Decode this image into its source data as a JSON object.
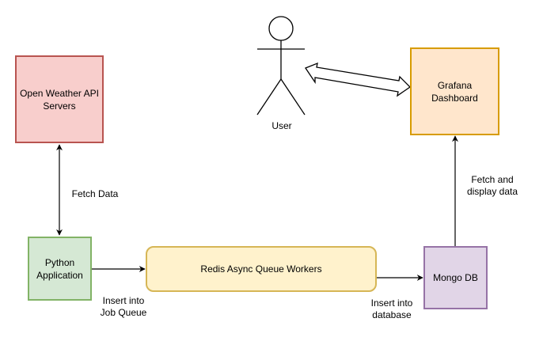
{
  "nodes": {
    "weather": {
      "line1": "Open Weather API",
      "line2": "Servers"
    },
    "grafana": {
      "line1": "Grafana",
      "line2": "Dashboard"
    },
    "python": {
      "line1": "Python",
      "line2": "Application"
    },
    "redis": {
      "label": "Redis Async Queue Workers"
    },
    "mongo": {
      "label": "Mongo DB"
    }
  },
  "actor": {
    "label": "User"
  },
  "edges": {
    "fetch_data": "Fetch Data",
    "insert_job": {
      "line1": "Insert into",
      "line2": "Job Queue"
    },
    "insert_db": {
      "line1": "Insert into",
      "line2": "database"
    },
    "fetch_display": {
      "line1": "Fetch and",
      "line2": "display data"
    }
  },
  "colors": {
    "weather_fill": "#f8cecc",
    "weather_stroke": "#b85450",
    "grafana_fill": "#ffe6cc",
    "grafana_stroke": "#d79b00",
    "python_fill": "#d5e8d4",
    "python_stroke": "#82b366",
    "redis_fill": "#fff2cc",
    "redis_stroke": "#d6b656",
    "mongo_fill": "#e1d5e7",
    "mongo_stroke": "#9673a6",
    "line": "#000000"
  }
}
